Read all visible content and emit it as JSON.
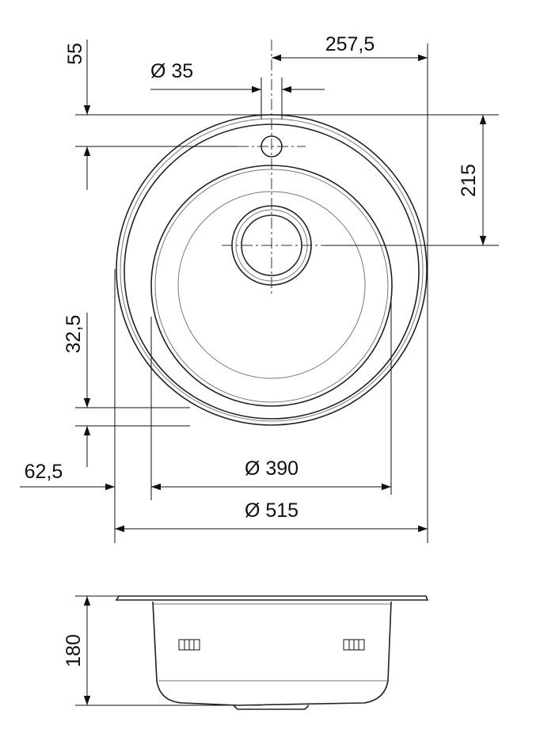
{
  "dimensions": {
    "tap_offset": "55",
    "tap_hole_diameter": "Ø 35",
    "drain_offset_x": "257,5",
    "drain_offset_y": "215",
    "rim_width": "32,5",
    "side_margin": "62,5",
    "bowl_diameter": "Ø 390",
    "outer_diameter": "Ø 515",
    "depth": "180"
  }
}
